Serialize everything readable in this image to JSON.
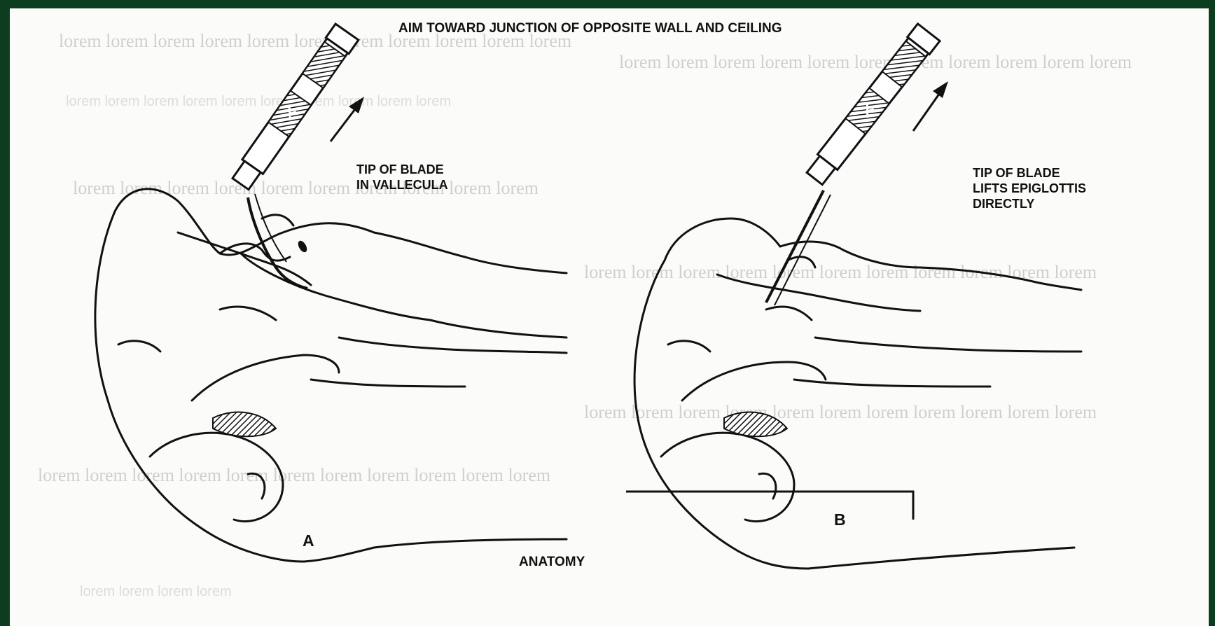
{
  "figure": {
    "top_caption": "AIM TOWARD JUNCTION OF OPPOSITE WALL AND CEILING",
    "bottom_caption": "ANATOMY",
    "panel_a": {
      "letter": "A",
      "callout_line1": "TIP OF BLADE",
      "callout_line2": "IN VALLECULA"
    },
    "panel_b": {
      "letter": "B",
      "callout_line1": "TIP OF BLADE",
      "callout_line2": "LIFTS EPIGLOTTIS",
      "callout_line3": "DIRECTLY"
    }
  },
  "icons": {
    "left_scope": "curved-blade-laryngoscope-icon",
    "right_scope": "straight-blade-laryngoscope-icon"
  },
  "colors": {
    "ink": "#111111",
    "paper": "#fbfbf9",
    "border": "#0b3d1e"
  }
}
